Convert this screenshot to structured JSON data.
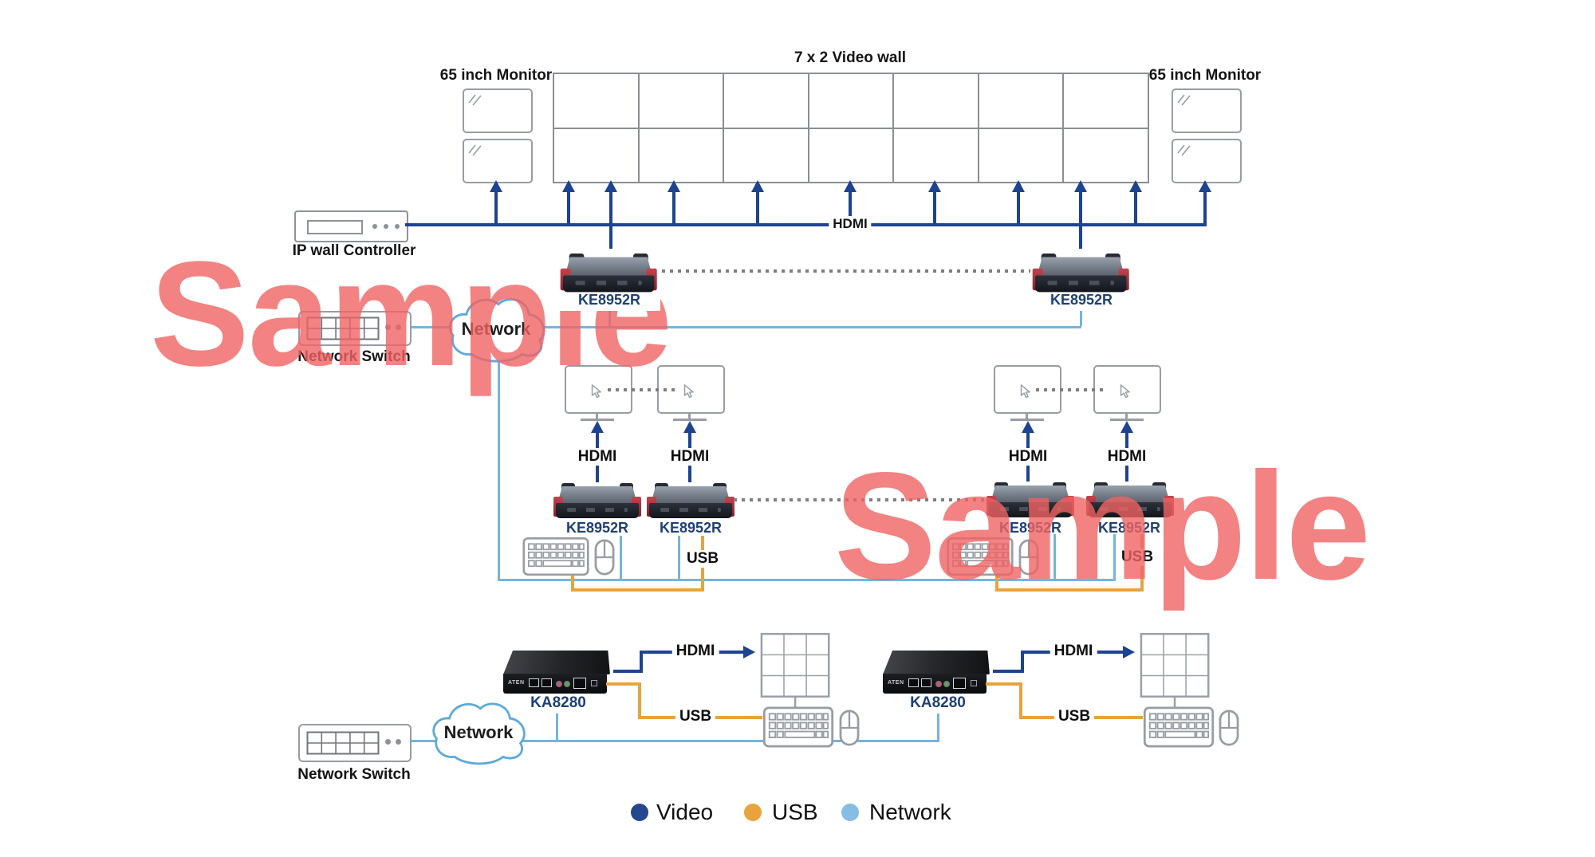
{
  "diagram": {
    "video_wall_title": "7 x 2 Video wall",
    "monitor_65_label": "65 inch Monitor",
    "ip_wall_controller_label": "IP wall Controller",
    "network_switch_label": "Network Switch",
    "network_label": "Network",
    "hdmi_label": "HDMI",
    "usb_label": "USB",
    "receiver_model": "KE8952R",
    "console_station_model": "KA8280",
    "brand": "ATEN"
  },
  "legend": {
    "video": {
      "label": "Video",
      "color": "#24478f"
    },
    "usb": {
      "label": "USB",
      "color": "#e8a33d"
    },
    "network": {
      "label": "Network",
      "color": "#85bde4"
    }
  },
  "watermark": {
    "text": "Sample",
    "color": "#f06363"
  },
  "colors": {
    "video_line": "#1e4390",
    "usb_line": "#e8a33d",
    "network_line": "#74b4e2",
    "device_label_blue": "#1d4076",
    "outline_gray": "#8f949a"
  }
}
